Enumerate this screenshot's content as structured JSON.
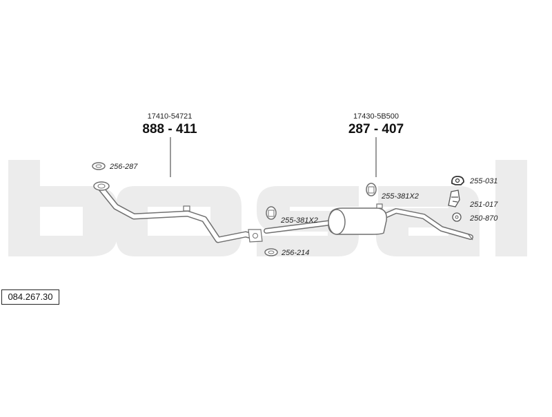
{
  "diagram": {
    "watermark_color": "#ececec",
    "pipe_color": "#6f6f6f",
    "catalog_number": "084.267.30",
    "front_pipe": {
      "oe_number": "17410-54721",
      "part_number": "888 - 411"
    },
    "rear_section": {
      "oe_number": "17430-5B500",
      "part_number": "287 - 407"
    },
    "parts": {
      "gasket_front": "256-287",
      "clamp_front": "255-381X2",
      "gasket_mid": "256-214",
      "clamp_rear": "255-381X2",
      "rubber_mount": "255-031",
      "bracket": "251-017",
      "ring": "250-870"
    }
  }
}
